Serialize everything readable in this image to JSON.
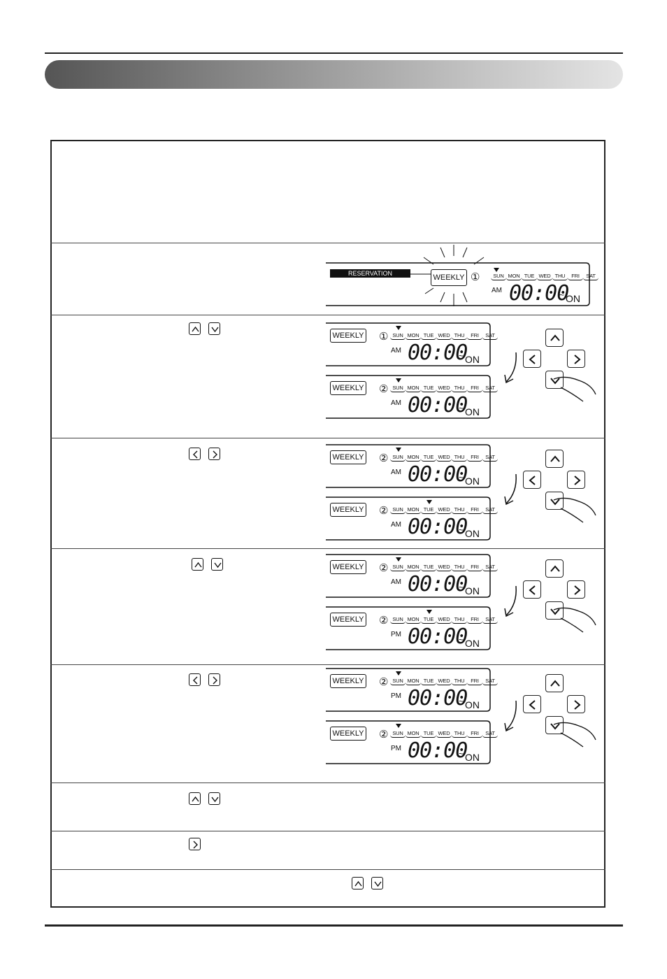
{
  "reservation": {
    "label": "RESERVATION"
  },
  "lcd": {
    "weekly": "WEEKLY",
    "days": [
      "SUN",
      "MON",
      "TUE",
      "WED",
      "THU",
      "FRI",
      "SAT"
    ],
    "am": "AM",
    "pm": "PM",
    "time": "00:00",
    "on": "ON",
    "tilde": "~",
    "circle1": "①",
    "circle2": "②"
  },
  "icons": {
    "up": "chevron-up-key",
    "down": "chevron-down-key",
    "left": "chevron-left-key",
    "right": "chevron-right-key"
  }
}
